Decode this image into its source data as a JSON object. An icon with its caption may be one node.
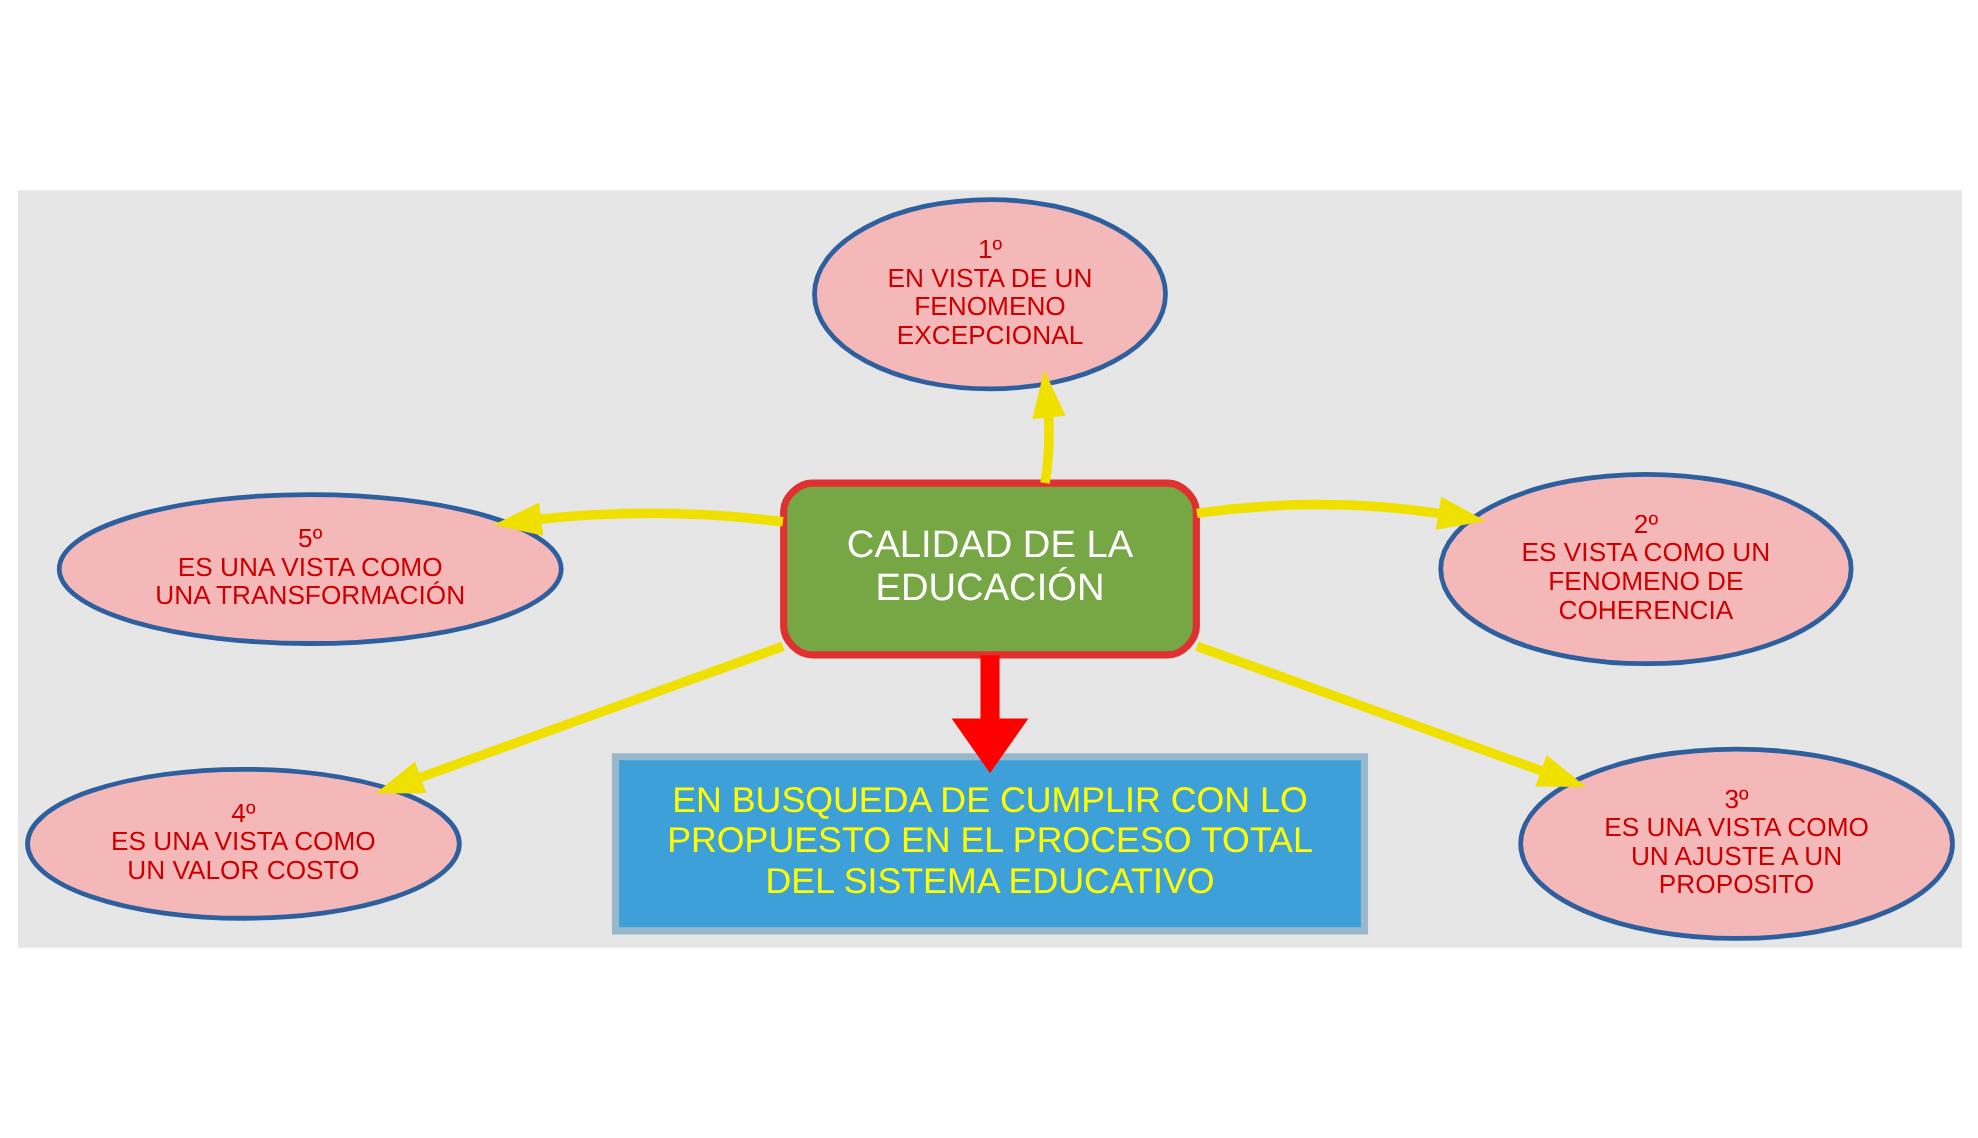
{
  "diagram": {
    "nodes": [
      {
        "text": [
          "1º",
          "EN VISTA DE UN FENOMENO EXCEPCIONAL"
        ]
      },
      {
        "text": [
          "5º",
          "ES UNA VISTA COMO UNA TRANSFORMACIÓN"
        ]
      },
      {
        "text": [
          "2º",
          "ES VISTA COMO UN FENOMENO DE COHERENCIA"
        ]
      },
      {
        "text": [
          "CALIDAD DE LA EDUCACIÓN"
        ]
      },
      {
        "text": [
          "4º",
          "ES UNA VISTA COMO UN VALOR COSTO"
        ]
      },
      {
        "text": [
          "3º",
          "ES UNA VISTA COMO UN AJUSTE A UN PROPOSITO"
        ]
      },
      {
        "text": [
          "EN BUSQUEDA DE CUMPLIR CON LO PROPUESTO EN EL PROCESO TOTAL DEL SISTEMA EDUCATIVO"
        ]
      }
    ],
    "edges": [
      {
        "from": 3,
        "to": 0,
        "arrow": "to"
      },
      {
        "from": 3,
        "to": 2,
        "arrow": "to"
      },
      {
        "from": 3,
        "to": 5,
        "arrow": "to"
      },
      {
        "from": 3,
        "to": 4,
        "arrow": "to"
      },
      {
        "from": 3,
        "to": 1,
        "arrow": "to"
      },
      {
        "from": 3,
        "to": 6,
        "arrow": "to",
        "style": "thick",
        "color": "#ff0000"
      }
    ]
  }
}
